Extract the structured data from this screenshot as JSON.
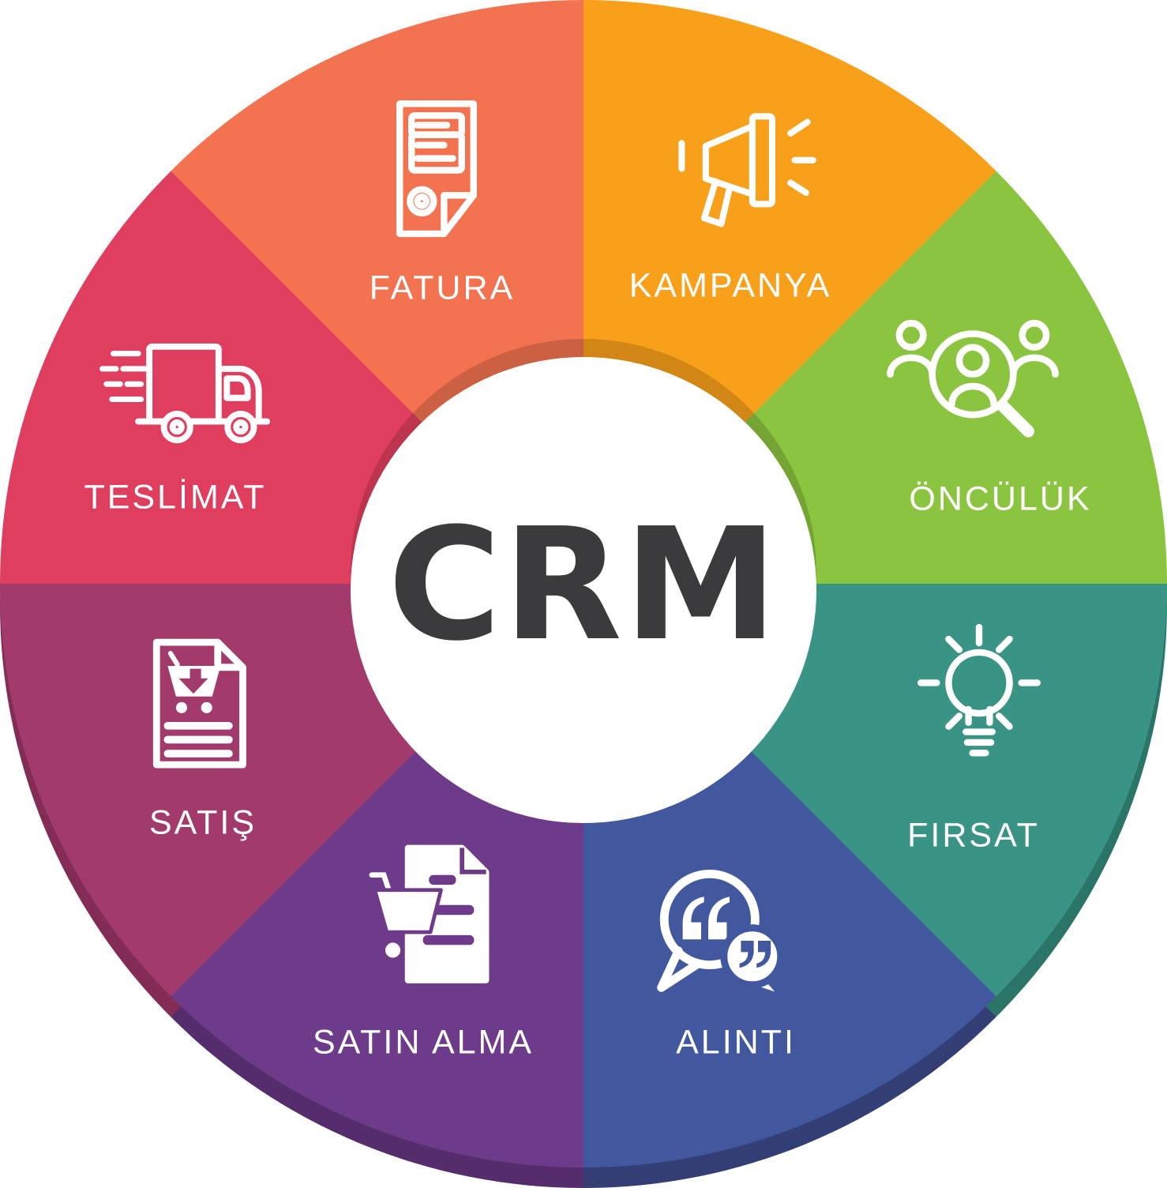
{
  "diagram": {
    "type": "circular-cycle",
    "center_label": "CRM",
    "center_text_color": "#3b3b3d",
    "center_bg": "#ffffff",
    "segments": [
      {
        "label": "KAMPANYA",
        "icon": "megaphone-icon",
        "color": "#f9a01b",
        "depth_color": "#c87f10"
      },
      {
        "label": "ÖNCÜLÜK",
        "icon": "lead-search-icon",
        "color": "#8bc53f",
        "depth_color": "#6fa32f"
      },
      {
        "label": "FIRSAT",
        "icon": "lightbulb-icon",
        "color": "#399485",
        "depth_color": "#2b7568"
      },
      {
        "label": "ALINTI",
        "icon": "quote-bubbles-icon",
        "color": "#41579e",
        "depth_color": "#333f74"
      },
      {
        "label": "SATIN ALMA",
        "icon": "purchase-cart-icon",
        "color": "#6d3b8a",
        "depth_color": "#552d6d"
      },
      {
        "label": "SATIŞ",
        "icon": "sales-document-icon",
        "color": "#a23a6b",
        "depth_color": "#832c55"
      },
      {
        "label": "TESLİMAT",
        "icon": "delivery-truck-icon",
        "color": "#e03e5e",
        "depth_color": "#b52f4a"
      },
      {
        "label": "FATURA",
        "icon": "invoice-icon",
        "color": "#f37350",
        "depth_color": "#c6593c"
      }
    ]
  }
}
